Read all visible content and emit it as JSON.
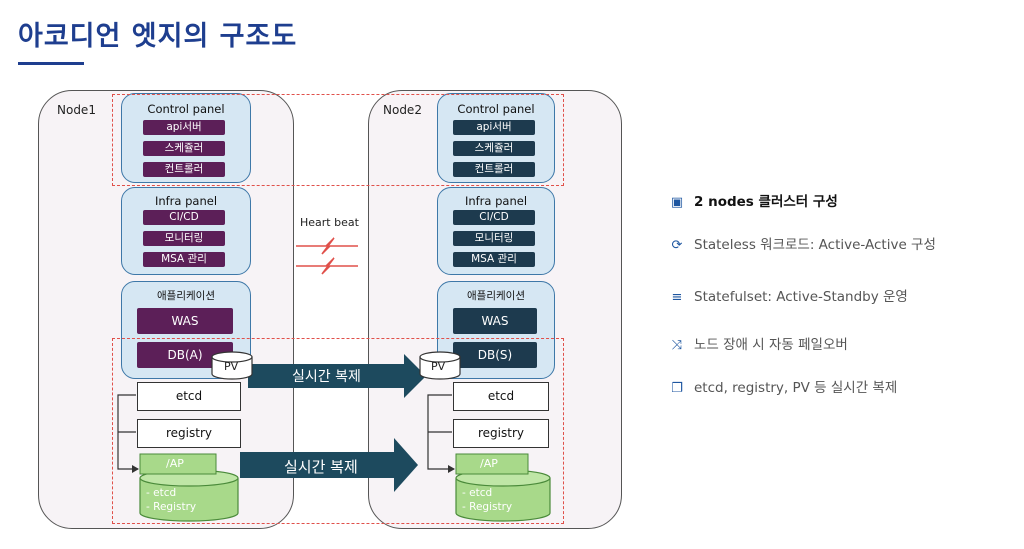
{
  "title": "아코디언 엣지의 구조도",
  "node1": {
    "label": "Node1",
    "control_title": "Control panel",
    "control_items": [
      "api서버",
      "스케쥴러",
      "컨트롤러"
    ],
    "infra_title": "Infra panel",
    "infra_items": [
      "CI/CD",
      "모니터링",
      "MSA 관리"
    ],
    "app_title": "애플리케이션",
    "app_was": "WAS",
    "app_db": "DB(A)",
    "pv": "PV",
    "etcd": "etcd",
    "registry": "registry",
    "ap": "/AP",
    "disk_items": [
      "- etcd",
      "- Registry"
    ]
  },
  "node2": {
    "label": "Node2",
    "control_title": "Control panel",
    "control_items": [
      "api서버",
      "스케쥴러",
      "컨트롤러"
    ],
    "infra_title": "Infra panel",
    "infra_items": [
      "CI/CD",
      "모니터링",
      "MSA 관리"
    ],
    "app_title": "애플리케이션",
    "app_was": "WAS",
    "app_db": "DB(S)",
    "pv": "PV",
    "etcd": "etcd",
    "registry": "registry",
    "ap": "/AP",
    "disk_items": [
      "- etcd",
      "- Registry"
    ]
  },
  "heartbeat": "Heart beat",
  "arrows": [
    "실시간 복제",
    "실시간 복제"
  ],
  "features": [
    {
      "icon": "chip-icon",
      "text": "2 nodes 클러스터 구성"
    },
    {
      "icon": "refresh-icon",
      "text": "Stateless 워크로드: Active-Active 구성"
    },
    {
      "icon": "database-icon",
      "text": "Statefulset: Active-Standby 운영"
    },
    {
      "icon": "shuffle-icon",
      "text": "노드 장애 시 자동 페일오버"
    },
    {
      "icon": "copy-icon",
      "text": "etcd, registry, PV 등 실시간 복제"
    }
  ],
  "colors": {
    "title": "#1e3e8f",
    "node1_pill": "#5c1f58",
    "node2_pill": "#1d3a4e",
    "panel_fill": "#d6e7f3",
    "dashed_border": "#e0504a",
    "arrow": "#1d4a5e",
    "disk_fill": "#a8d98a"
  }
}
